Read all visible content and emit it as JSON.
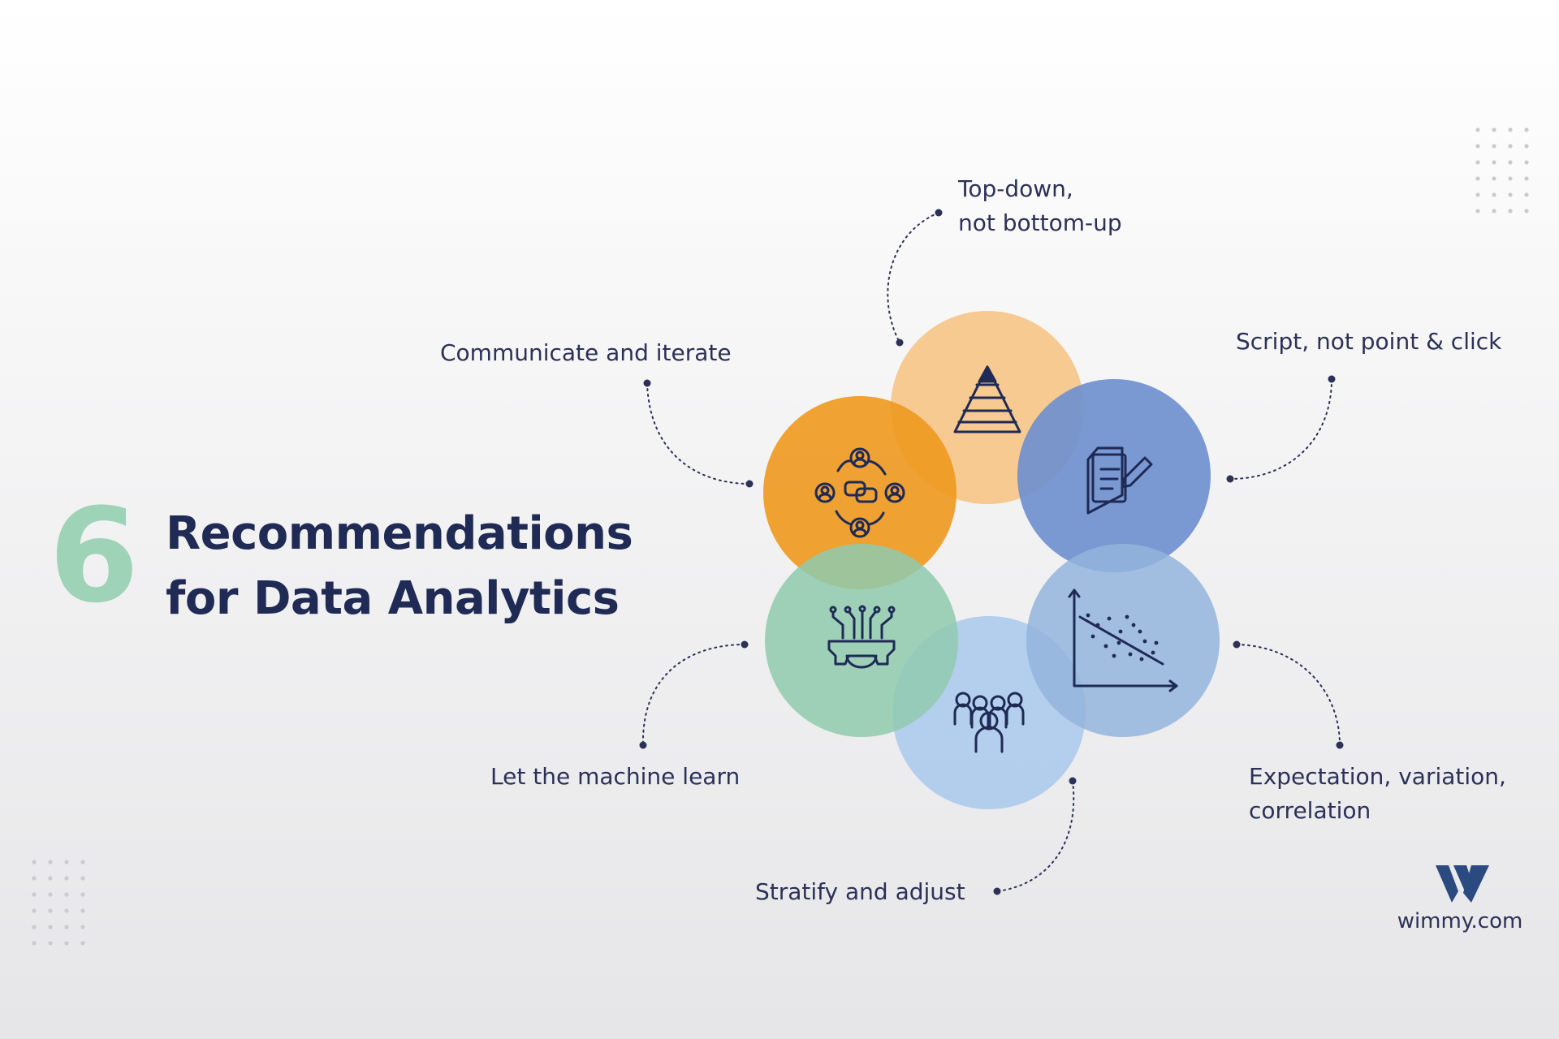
{
  "title": {
    "number": "6",
    "line1": "Recommendations",
    "line2": "for Data Analytics"
  },
  "recommendations": [
    {
      "id": "top-down",
      "lines": [
        "Top-down,",
        "not bottom-up"
      ],
      "color": "#f6c27e",
      "icon": "pyramid-icon"
    },
    {
      "id": "communicate",
      "lines": [
        "Communicate and iterate"
      ],
      "color": "#ef9a22",
      "icon": "team-communication-icon"
    },
    {
      "id": "script",
      "lines": [
        "Script, not point & click"
      ],
      "color": "#6d8fcf",
      "icon": "script-document-icon"
    },
    {
      "id": "machine-learn",
      "lines": [
        "Let the machine learn"
      ],
      "color": "#8fcaae",
      "icon": "machine-learning-gear-icon"
    },
    {
      "id": "expectation",
      "lines": [
        "Expectation, variation,",
        "correlation"
      ],
      "color": "#93b4dc",
      "icon": "scatter-plot-icon"
    },
    {
      "id": "stratify",
      "lines": [
        "Stratify and adjust"
      ],
      "color": "#a9c8ec",
      "icon": "crowd-icon"
    }
  ],
  "brand": {
    "name": "wimmy.com",
    "color": "#2b4a80"
  },
  "colors": {
    "text": "#1f2a55",
    "number": "#9fd3b7",
    "connector": "#2b3157"
  }
}
